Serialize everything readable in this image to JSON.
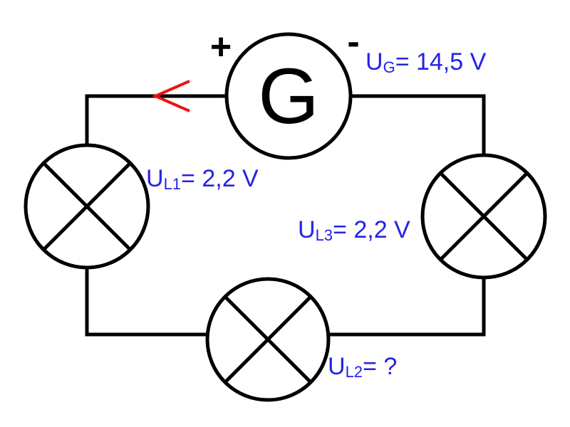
{
  "colors": {
    "wire": "#000000",
    "label": "#2323e6",
    "arrow": "#ee1111",
    "background": "#ffffff"
  },
  "generator": {
    "letter": "G",
    "plus_sign": "+",
    "minus_sign": "-",
    "label": {
      "main": "U",
      "sub": "G",
      "value": "= 14,5 V"
    }
  },
  "lamps": [
    {
      "id": "L1",
      "label": {
        "main": "U",
        "sub": "L1",
        "value": "= 2,2 V"
      }
    },
    {
      "id": "L2",
      "label": {
        "main": "U",
        "sub": "L2",
        "value": "= ?"
      }
    },
    {
      "id": "L3",
      "label": {
        "main": "U",
        "sub": "L3",
        "value": "= 2,2 V"
      }
    }
  ],
  "icons": {
    "current_direction": "arrow-left-icon",
    "lamp": "lamp-cross-icon",
    "generator": "generator-circle-icon"
  }
}
